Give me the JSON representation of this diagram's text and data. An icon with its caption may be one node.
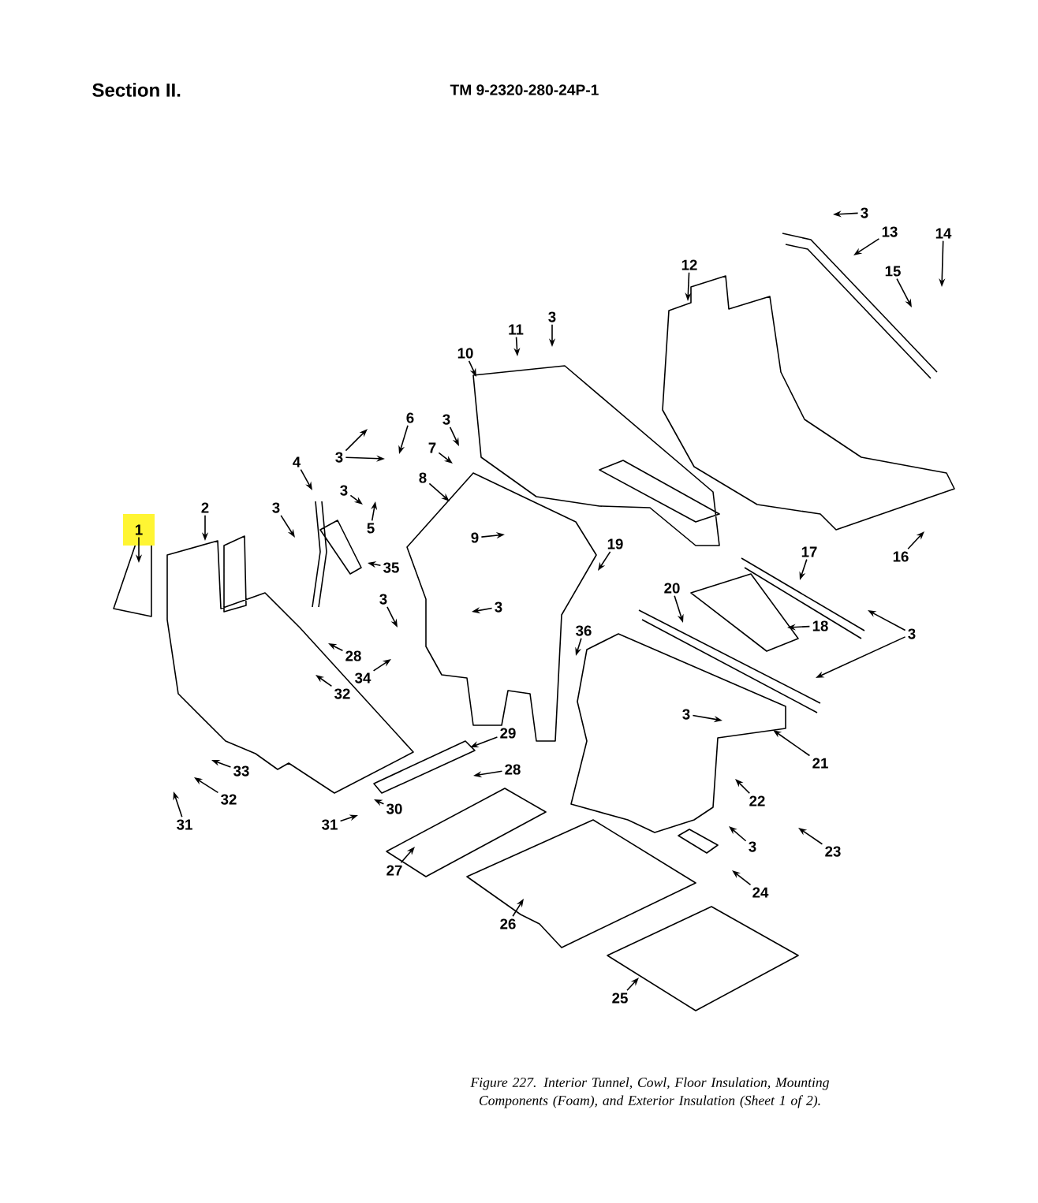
{
  "diagram": {
    "caption": "Figure 227. Interior Tunnel, Cowl, Floor Insulation, Mounting Components (Foam), and Exterior Insulation (Sheet 1 of 2).",
    "nodes": [
      {
        "text": [
          "1"
        ]
      },
      {
        "text": [
          "2"
        ]
      },
      {
        "text": [
          "3"
        ]
      },
      {
        "text": [
          "4"
        ]
      },
      {
        "text": [
          "3"
        ]
      },
      {
        "text": [
          "3"
        ]
      },
      {
        "text": [
          "5"
        ]
      },
      {
        "text": [
          "6"
        ]
      },
      {
        "text": [
          "3"
        ]
      },
      {
        "text": [
          "7"
        ]
      },
      {
        "text": [
          "8"
        ]
      },
      {
        "text": [
          "9"
        ]
      },
      {
        "text": [
          "10"
        ]
      },
      {
        "text": [
          "11"
        ]
      },
      {
        "text": [
          "3"
        ]
      },
      {
        "text": [
          "35"
        ]
      },
      {
        "text": [
          "3"
        ]
      },
      {
        "text": [
          "13"
        ]
      },
      {
        "text": [
          "14"
        ]
      },
      {
        "text": [
          "15"
        ]
      },
      {
        "text": [
          "12"
        ]
      },
      {
        "text": [
          "16"
        ]
      },
      {
        "text": [
          "17"
        ]
      },
      {
        "text": [
          "19"
        ]
      },
      {
        "text": [
          "20"
        ]
      },
      {
        "text": [
          "18"
        ]
      },
      {
        "text": [
          "3"
        ]
      },
      {
        "text": [
          "36"
        ]
      },
      {
        "text": [
          "3"
        ]
      },
      {
        "text": [
          "3"
        ]
      },
      {
        "text": [
          "28"
        ]
      },
      {
        "text": [
          "34"
        ]
      },
      {
        "text": [
          "32"
        ]
      },
      {
        "text": [
          "3"
        ]
      },
      {
        "text": [
          "21"
        ]
      },
      {
        "text": [
          "29"
        ]
      },
      {
        "text": [
          "33"
        ]
      },
      {
        "text": [
          "28"
        ]
      },
      {
        "text": [
          "32"
        ]
      },
      {
        "text": [
          "22"
        ]
      },
      {
        "text": [
          "30"
        ]
      },
      {
        "text": [
          "31"
        ]
      },
      {
        "text": [
          "31"
        ]
      },
      {
        "text": [
          "23"
        ]
      },
      {
        "text": [
          "3"
        ]
      },
      {
        "text": [
          "27"
        ]
      },
      {
        "text": [
          "24"
        ]
      },
      {
        "text": [
          "26"
        ]
      },
      {
        "text": [
          "25"
        ]
      }
    ],
    "edges": [
      {
        "from": 0,
        "to": null,
        "arrow": "to"
      },
      {
        "from": 1,
        "to": null,
        "arrow": "to"
      },
      {
        "from": 2,
        "to": null,
        "arrow": "to"
      },
      {
        "from": 3,
        "to": null,
        "arrow": "to"
      },
      {
        "from": 4,
        "to": null,
        "arrow": "to"
      },
      {
        "from": 4,
        "to": null,
        "arrow": "to"
      },
      {
        "from": 5,
        "to": null,
        "arrow": "to"
      },
      {
        "from": 6,
        "to": null,
        "arrow": "to"
      },
      {
        "from": 7,
        "to": null,
        "arrow": "to"
      },
      {
        "from": 8,
        "to": null,
        "arrow": "to"
      },
      {
        "from": 9,
        "to": null,
        "arrow": "to"
      },
      {
        "from": 10,
        "to": null,
        "arrow": "to"
      },
      {
        "from": 11,
        "to": null,
        "arrow": "to"
      },
      {
        "from": 12,
        "to": null,
        "arrow": "to"
      },
      {
        "from": 13,
        "to": null,
        "arrow": "to"
      },
      {
        "from": 14,
        "to": null,
        "arrow": "to"
      },
      {
        "from": 15,
        "to": null,
        "arrow": "to"
      },
      {
        "from": 16,
        "to": null,
        "arrow": "to"
      },
      {
        "from": 17,
        "to": null,
        "arrow": "to"
      },
      {
        "from": 18,
        "to": null,
        "arrow": "to"
      },
      {
        "from": 19,
        "to": null,
        "arrow": "to"
      },
      {
        "from": 20,
        "to": null,
        "arrow": "to"
      },
      {
        "from": 21,
        "to": null,
        "arrow": "to"
      },
      {
        "from": 22,
        "to": null,
        "arrow": "to"
      },
      {
        "from": 23,
        "to": null,
        "arrow": "to"
      },
      {
        "from": 24,
        "to": null,
        "arrow": "to"
      },
      {
        "from": 25,
        "to": null,
        "arrow": "to"
      },
      {
        "from": 26,
        "to": null,
        "arrow": "to"
      },
      {
        "from": 26,
        "to": null,
        "arrow": "to"
      },
      {
        "from": 27,
        "to": null,
        "arrow": "to"
      },
      {
        "from": 28,
        "to": null,
        "arrow": "to"
      },
      {
        "from": 29,
        "to": null,
        "arrow": "to"
      },
      {
        "from": 30,
        "to": null,
        "arrow": "to"
      },
      {
        "from": 31,
        "to": null,
        "arrow": "to"
      },
      {
        "from": 32,
        "to": null,
        "arrow": "to"
      },
      {
        "from": 33,
        "to": null,
        "arrow": "to"
      },
      {
        "from": 34,
        "to": null,
        "arrow": "to"
      },
      {
        "from": 35,
        "to": null,
        "arrow": "to"
      },
      {
        "from": 36,
        "to": null,
        "arrow": "to"
      },
      {
        "from": 37,
        "to": null,
        "arrow": "to"
      },
      {
        "from": 38,
        "to": null,
        "arrow": "to"
      },
      {
        "from": 39,
        "to": null,
        "arrow": "to"
      },
      {
        "from": 40,
        "to": null,
        "arrow": "to"
      },
      {
        "from": 41,
        "to": null,
        "arrow": "to"
      },
      {
        "from": 42,
        "to": null,
        "arrow": "to"
      },
      {
        "from": 43,
        "to": null,
        "arrow": "to"
      },
      {
        "from": 44,
        "to": null,
        "arrow": "to"
      },
      {
        "from": 45,
        "to": null,
        "arrow": "to"
      },
      {
        "from": 46,
        "to": null,
        "arrow": "to"
      },
      {
        "from": 47,
        "to": null,
        "arrow": "to"
      },
      {
        "from": 48,
        "to": null,
        "arrow": "to"
      }
    ],
    "labels": [
      "Section II.",
      "TM 9-2320-280-24P-1"
    ]
  }
}
